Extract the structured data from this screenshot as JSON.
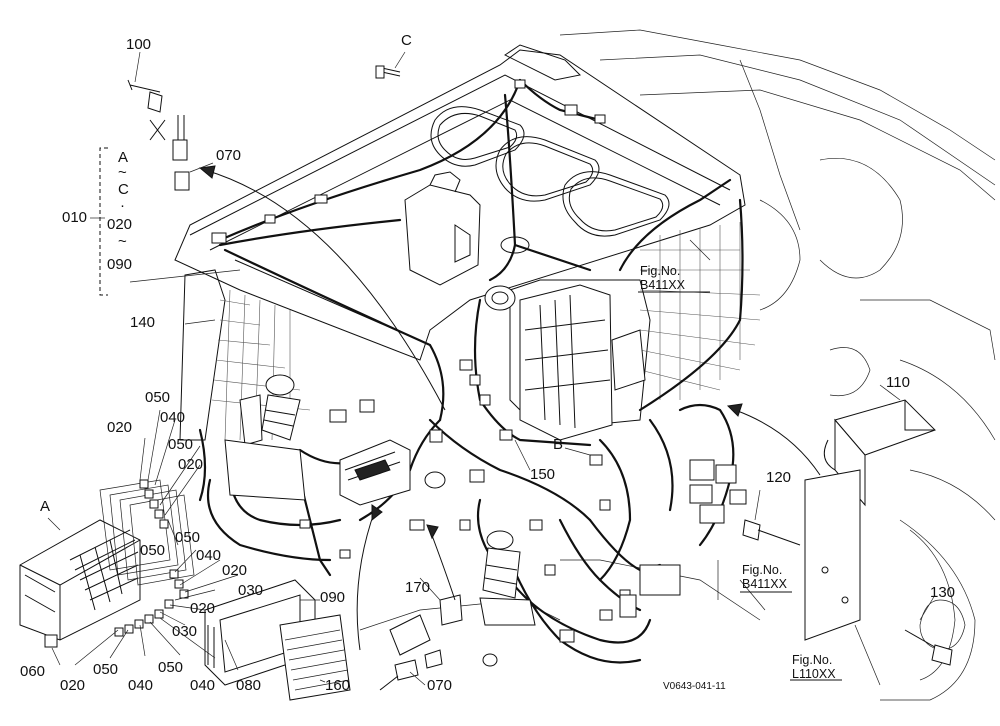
{
  "labels": {
    "l100": "100",
    "lC": "C",
    "l070a": "070",
    "l010": "010",
    "lA1": "A",
    "lTilde1": "~",
    "lC2": "C",
    "lDot": "·",
    "l020a": "020",
    "lTilde2": "~",
    "l090a": "090",
    "l140": "140",
    "l050a": "050",
    "l040a": "040",
    "l020b": "020",
    "l050b": "050",
    "l020c": "020",
    "lA2": "A",
    "l050c": "050",
    "l050d": "050",
    "l040b": "040",
    "l020d": "020",
    "l030a": "030",
    "l020e": "020",
    "l030b": "030",
    "l060": "060",
    "l020f": "020",
    "l050e": "050",
    "l040c": "040",
    "l050f": "050",
    "l040d": "040",
    "l080": "080",
    "l160": "160",
    "l090b": "090",
    "l170": "170",
    "l070b": "070",
    "l150": "150",
    "lB": "B",
    "l110": "110",
    "l120": "120",
    "l130": "130"
  },
  "fig_refs": {
    "top": {
      "line1": "Fig.No.",
      "line2": "B411XX"
    },
    "mid": {
      "line1": "Fig.No.",
      "line2": "B411XX"
    },
    "bottom": {
      "line1": "Fig.No.",
      "line2": "L110XX"
    }
  },
  "drawing_code": "V0643-041-11"
}
